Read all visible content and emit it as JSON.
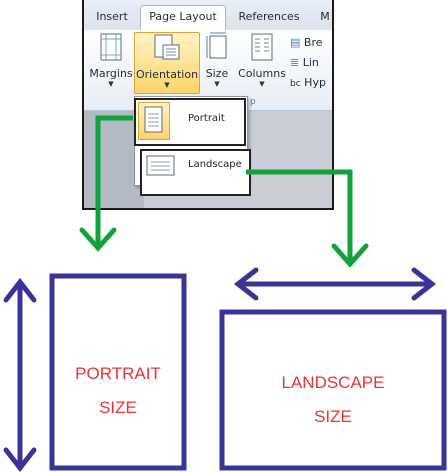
{
  "ribbon": {
    "tabs": [
      "Insert",
      "Page Layout",
      "References",
      "M"
    ],
    "buttons": {
      "margins": "Margins",
      "orientation": "Orientation",
      "size": "Size",
      "columns": "Columns"
    },
    "side_commands": [
      "Bre",
      "Lin",
      "Hyp"
    ],
    "side_prefix": "bc",
    "group_label": "p"
  },
  "dropdown": {
    "portrait": "Portrait",
    "landscape": "Landscape"
  },
  "diagram": {
    "portrait_caption_line1": "PORTRAIT",
    "portrait_caption_line2": "SIZE",
    "landscape_caption_line1": "LANDSCAPE",
    "landscape_caption_line2": "SIZE"
  },
  "colors": {
    "arrow_green": "#12a23c",
    "frame_blue": "#3a3496",
    "caption_red": "#e53535",
    "highlight_yellow": "#fdd46a"
  }
}
